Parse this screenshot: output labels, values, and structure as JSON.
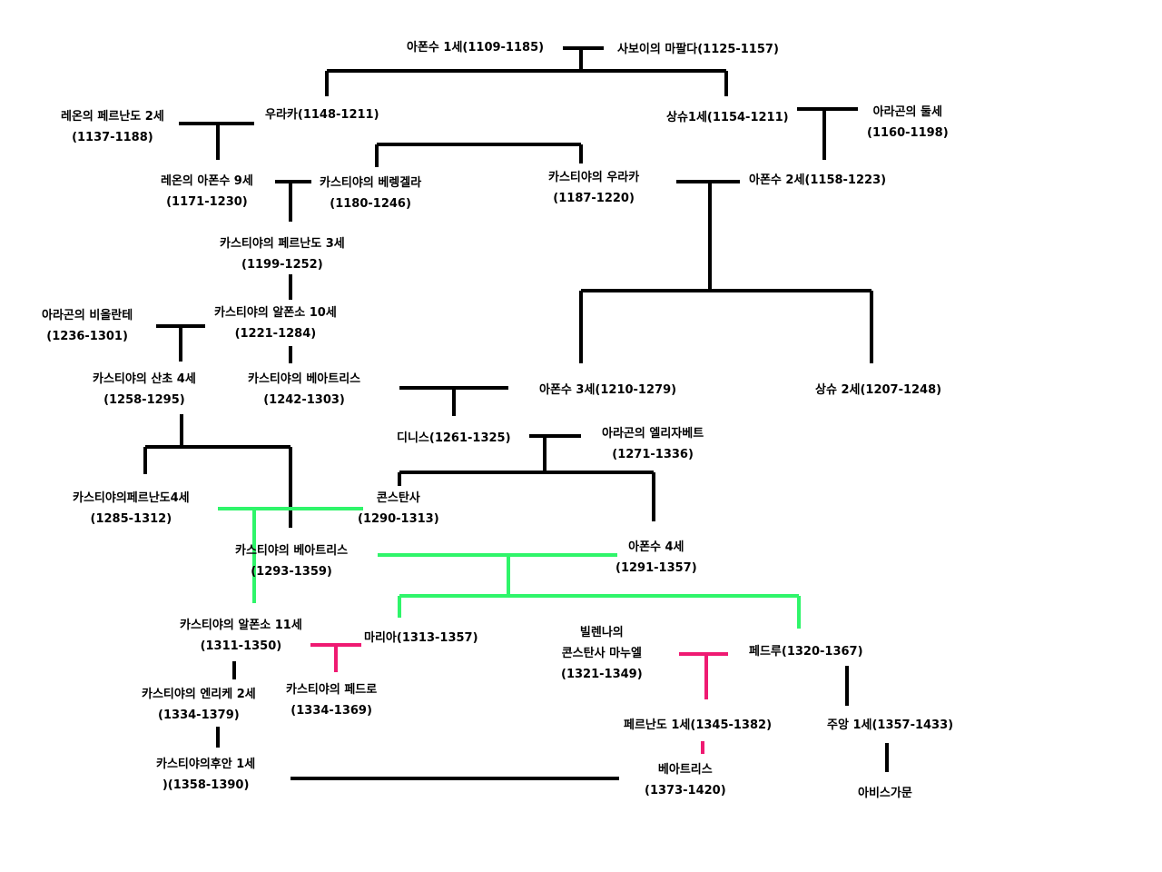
{
  "colors": {
    "line": "#000000",
    "green": "#2ff56a",
    "pink": "#ef1a72"
  },
  "people": {
    "alfonso1": {
      "l1": "아폰수 1세(1109-1185)"
    },
    "mafalda": {
      "l1": "사보이의 마팔다(1125-1157)"
    },
    "fernando2_leon": {
      "l1": "레온의 페르난도 2세",
      "l2": "(1137-1188)"
    },
    "urraca1": {
      "l1": "우라카(1148-1211)"
    },
    "sancho1": {
      "l1": "상슈1세(1154-1211)"
    },
    "dulce": {
      "l1": "아라곤의 둘세",
      "l2": "(1160-1198)"
    },
    "alfonso9_leon": {
      "l1": "레온의 아폰수 9세",
      "l2": "(1171-1230)"
    },
    "berenguela": {
      "l1": "카스티야의 베렝겔라",
      "l2": "(1180-1246)"
    },
    "urraca_castile": {
      "l1": "카스티야의 우라카",
      "l2": "(1187-1220)"
    },
    "alfonso2": {
      "l1": "아폰수 2세(1158-1223)"
    },
    "fernando3": {
      "l1": "카스티야의 페르난도 3세",
      "l2": "(1199-1252)"
    },
    "violante": {
      "l1": "아라곤의 비올란테",
      "l2": "(1236-1301)"
    },
    "alfonso10": {
      "l1": "카스티야의 알폰소 10세",
      "l2": "(1221-1284)"
    },
    "sancho4": {
      "l1": "카스티야의 산초 4세",
      "l2": "(1258-1295)"
    },
    "beatriz1": {
      "l1": "카스티야의 베아트리스",
      "l2": "(1242-1303)"
    },
    "alfonso3": {
      "l1": "아폰수 3세(1210-1279)"
    },
    "sancho2": {
      "l1": "상슈 2세(1207-1248)"
    },
    "dinis": {
      "l1": "디니스(1261-1325)"
    },
    "isabel": {
      "l1": "아라곤의 엘리자베트",
      "l2": "(1271-1336)"
    },
    "fernando4": {
      "l1": "카스티야의페르난도4세",
      "l2": "(1285-1312)"
    },
    "constanza": {
      "l1": "콘스탄사",
      "l2": "(1290-1313)"
    },
    "beatriz2": {
      "l1": "카스티야의 베아트리스",
      "l2": "(1293-1359)"
    },
    "alfonso4": {
      "l1": "아폰수 4세",
      "l2": "(1291-1357)"
    },
    "alfonso11": {
      "l1": "카스티야의 알폰소 11세",
      "l2": "(1311-1350)"
    },
    "maria": {
      "l1": "마리아(1313-1357)"
    },
    "constanca_manuel": {
      "l1": "빌렌나의",
      "l2": "콘스탄사 마누엘",
      "l3": "(1321-1349)"
    },
    "pedro1": {
      "l1": "페드루(1320-1367)"
    },
    "enrique2": {
      "l1": "카스티야의 엔리케 2세",
      "l2": "(1334-1379)"
    },
    "pedro_castile": {
      "l1": "카스티야의 페드로",
      "l2": "(1334-1369)"
    },
    "fernando1": {
      "l1": "페르난도 1세(1345-1382)"
    },
    "joao1": {
      "l1": "주앙 1세(1357-1433)"
    },
    "juan1": {
      "l1": "카스티야의후안 1세",
      "l2": ")(1358-1390)"
    },
    "beatriz3": {
      "l1": "베아트리스",
      "l2": "(1373-1420)"
    },
    "aviz": {
      "l1": "아비스가문"
    }
  }
}
